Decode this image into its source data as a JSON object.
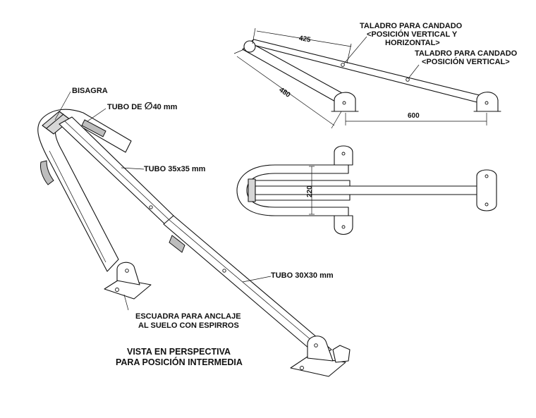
{
  "labels": {
    "hinge": "BISAGRA",
    "tube40": "TUBO DE ",
    "tube40_symbol": "∅",
    "tube40_value": "40 mm",
    "tube35": "TUBO 35x35 mm",
    "tube30": "TUBO 30X30 mm",
    "bracket_line1": "ESCUADRA PARA ANCLAJE",
    "bracket_line2": "AL SUELO CON ESPIRROS",
    "view_line1": "VISTA EN PERSPECTIVA",
    "view_line2": "PARA POSICIÓN INTERMEDIA",
    "drill1_line1": "TALADRO PARA CANDADO",
    "drill1_line2": "<POSICIÓN VERTICAL Y",
    "drill1_line3": "HORIZONTAL>",
    "drill2_line1": "TALADRO PARA CANDADO",
    "drill2_line2": "<POSICIÓN VERTICAL>"
  },
  "dimensions": {
    "d425": "425",
    "d480": "480",
    "d600": "600",
    "d220": "220"
  }
}
